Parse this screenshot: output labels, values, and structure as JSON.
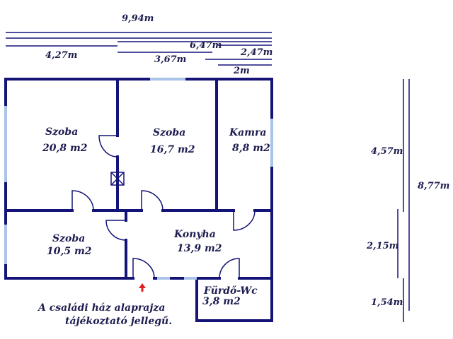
{
  "dimensions": {
    "total_width": "9,94m",
    "w1": "4,27m",
    "w2": "6,47m",
    "w3": "3,67m",
    "w4": "2,47m",
    "w5": "2m",
    "h1": "4,57m",
    "h_total": "8,77m",
    "h2": "2,15m",
    "h3": "1,54m"
  },
  "rooms": [
    {
      "name": "Szoba",
      "area": "20,8 m2"
    },
    {
      "name": "Szoba",
      "area": "16,7 m2"
    },
    {
      "name": "Kamra",
      "area": "8,8 m2"
    },
    {
      "name": "Szoba",
      "area": "10,5 m2"
    },
    {
      "name": "Konyha",
      "area": "13,9 m2"
    },
    {
      "name": "Fürdő-Wc",
      "area": "3,8 m2"
    }
  ],
  "note": {
    "line1": "A családi ház alaprajza",
    "line2": "tájékoztató jellegű."
  },
  "colors": {
    "wall": "#141478",
    "window": "#a9c4ea",
    "entrance_arrow": "#e02020"
  }
}
